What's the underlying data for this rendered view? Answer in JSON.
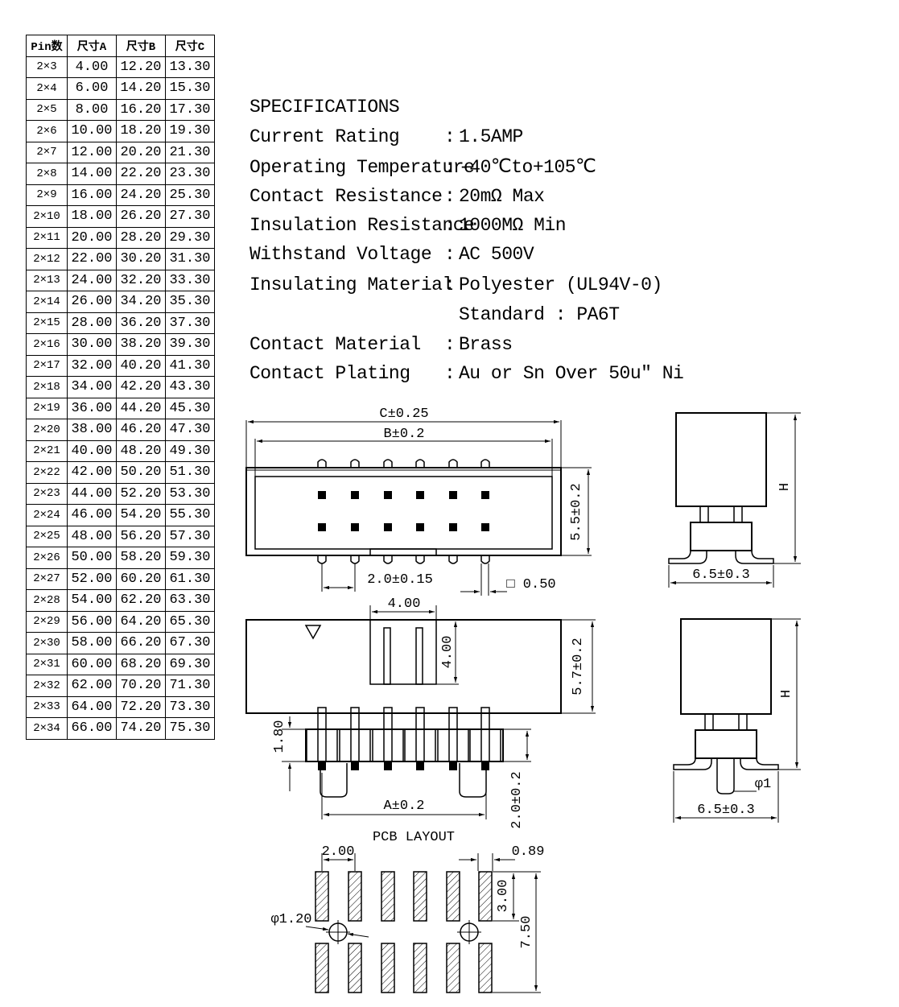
{
  "table": {
    "headers": [
      "Pin数",
      "尺寸A",
      "尺寸B",
      "尺寸C"
    ],
    "rows": [
      [
        "2×3",
        "4.00",
        "12.20",
        "13.30"
      ],
      [
        "2×4",
        "6.00",
        "14.20",
        "15.30"
      ],
      [
        "2×5",
        "8.00",
        "16.20",
        "17.30"
      ],
      [
        "2×6",
        "10.00",
        "18.20",
        "19.30"
      ],
      [
        "2×7",
        "12.00",
        "20.20",
        "21.30"
      ],
      [
        "2×8",
        "14.00",
        "22.20",
        "23.30"
      ],
      [
        "2×9",
        "16.00",
        "24.20",
        "25.30"
      ],
      [
        "2×10",
        "18.00",
        "26.20",
        "27.30"
      ],
      [
        "2×11",
        "20.00",
        "28.20",
        "29.30"
      ],
      [
        "2×12",
        "22.00",
        "30.20",
        "31.30"
      ],
      [
        "2×13",
        "24.00",
        "32.20",
        "33.30"
      ],
      [
        "2×14",
        "26.00",
        "34.20",
        "35.30"
      ],
      [
        "2×15",
        "28.00",
        "36.20",
        "37.30"
      ],
      [
        "2×16",
        "30.00",
        "38.20",
        "39.30"
      ],
      [
        "2×17",
        "32.00",
        "40.20",
        "41.30"
      ],
      [
        "2×18",
        "34.00",
        "42.20",
        "43.30"
      ],
      [
        "2×19",
        "36.00",
        "44.20",
        "45.30"
      ],
      [
        "2×20",
        "38.00",
        "46.20",
        "47.30"
      ],
      [
        "2×21",
        "40.00",
        "48.20",
        "49.30"
      ],
      [
        "2×22",
        "42.00",
        "50.20",
        "51.30"
      ],
      [
        "2×23",
        "44.00",
        "52.20",
        "53.30"
      ],
      [
        "2×24",
        "46.00",
        "54.20",
        "55.30"
      ],
      [
        "2×25",
        "48.00",
        "56.20",
        "57.30"
      ],
      [
        "2×26",
        "50.00",
        "58.20",
        "59.30"
      ],
      [
        "2×27",
        "52.00",
        "60.20",
        "61.30"
      ],
      [
        "2×28",
        "54.00",
        "62.20",
        "63.30"
      ],
      [
        "2×29",
        "56.00",
        "64.20",
        "65.30"
      ],
      [
        "2×30",
        "58.00",
        "66.20",
        "67.30"
      ],
      [
        "2×31",
        "60.00",
        "68.20",
        "69.30"
      ],
      [
        "2×32",
        "62.00",
        "70.20",
        "71.30"
      ],
      [
        "2×33",
        "64.00",
        "72.20",
        "73.30"
      ],
      [
        "2×34",
        "66.00",
        "74.20",
        "75.30"
      ]
    ]
  },
  "specs": {
    "title": "SPECIFICATIONS",
    "items": [
      {
        "label": "Current Rating",
        "value": "1.5AMP"
      },
      {
        "label": "Operating Temperature",
        "value": "-40℃to+105℃"
      },
      {
        "label": "Contact Resistance",
        "value": "20mΩ Max"
      },
      {
        "label": "Insulation Resistance",
        "value": "1000MΩ Min"
      },
      {
        "label": "Withstand Voltage",
        "value": "AC 500V"
      },
      {
        "label": "Insulating Material",
        "value": "Polyester (UL94V-0)"
      },
      {
        "label": "",
        "value": "Standard : PA6T"
      },
      {
        "label": "Contact Material",
        "value": "Brass"
      },
      {
        "label": "Contact Plating",
        "value": "Au or Sn Over 50u\" Ni"
      }
    ]
  },
  "dims": {
    "c": "C±0.25",
    "b": "B±0.2",
    "h55": "5.5±0.2",
    "pitch": "2.0±0.15",
    "pin_sq": "□ 0.50",
    "w400": "4.00",
    "h400": "4.00",
    "h57": "5.7±0.2",
    "d180": "1.80",
    "a": "A±0.2",
    "d20": "2.0±0.2",
    "side_w1": "6.5±0.3",
    "side_h1": "H",
    "side_w2": "6.5±0.3",
    "side_h2": "H",
    "phi1": "φ1",
    "pcb_title": "PCB LAYOUT",
    "pcb_200": "2.00",
    "pcb_089": "0.89",
    "pcb_300": "3.00",
    "pcb_750": "7.50",
    "pcb_phi": "φ1.20"
  }
}
